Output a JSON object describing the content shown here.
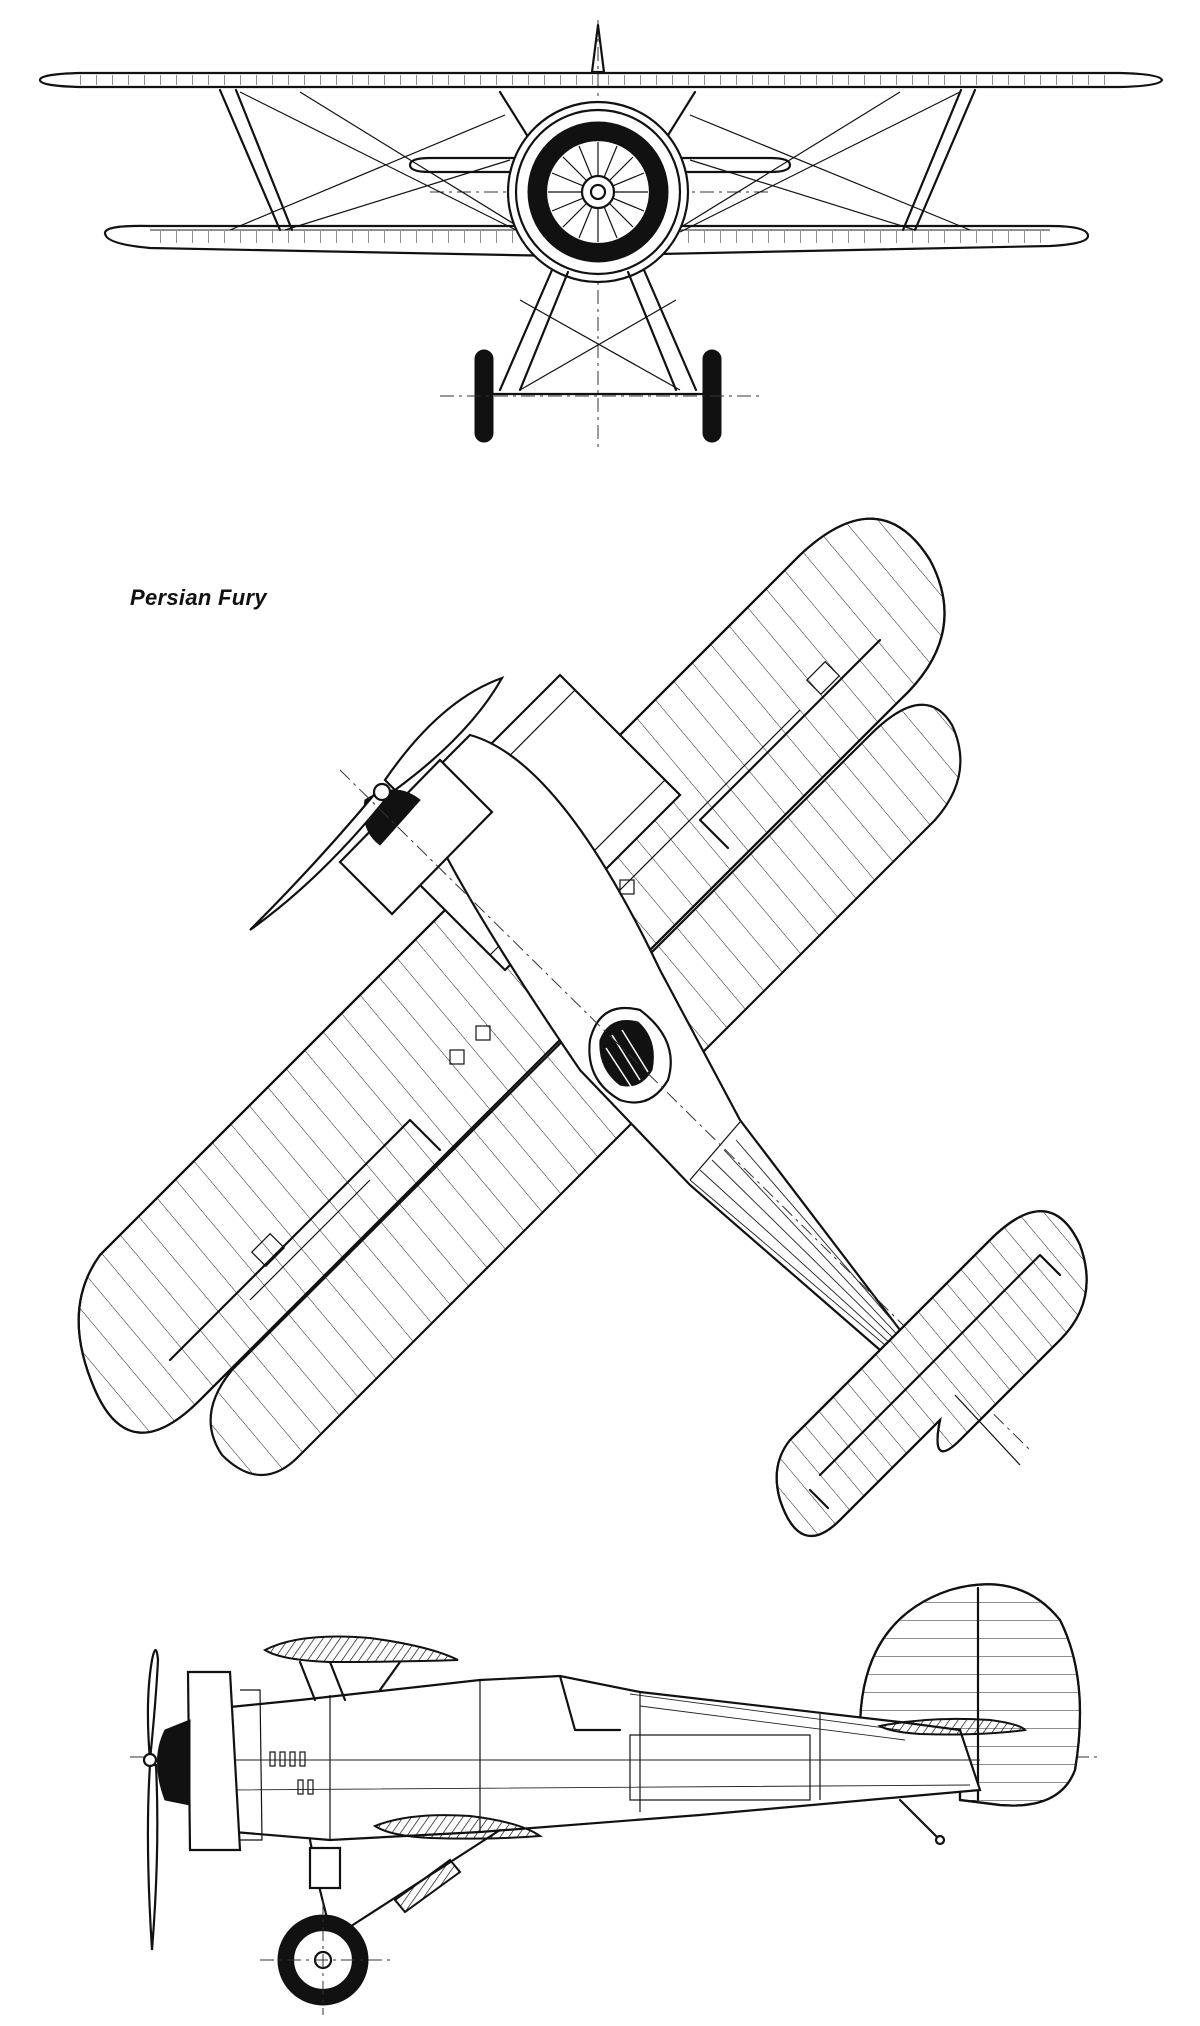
{
  "caption": "Persian  Fury",
  "views": [
    {
      "name": "front-view"
    },
    {
      "name": "plan-view"
    },
    {
      "name": "side-view"
    }
  ],
  "colors": {
    "ink": "#111111",
    "paper": "#ffffff"
  }
}
